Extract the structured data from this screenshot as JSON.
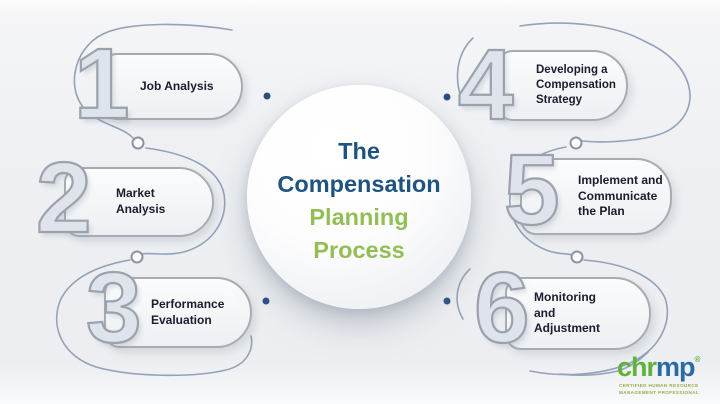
{
  "title": {
    "navy": "The\nCompensation",
    "green": "Planning\nProcess"
  },
  "steps": [
    {
      "number": "1",
      "label": "Job Analysis"
    },
    {
      "number": "2",
      "label": "Market\nAnalysis"
    },
    {
      "number": "3",
      "label": "Performance\nEvaluation"
    },
    {
      "number": "4",
      "label": "Developing a\nCompensation\nStrategy"
    },
    {
      "number": "5",
      "label": "Implement and\nCommunicate\nthe Plan"
    },
    {
      "number": "6",
      "label": "Monitoring\nand\nAdjustment"
    }
  ],
  "logo": {
    "brand_green": "chr",
    "brand_blue": "mp",
    "registered_mark": "®",
    "tagline": "CERTIFIED HUMAN RESOURCE\nMANAGEMENT PROFESSIONAL"
  },
  "colors": {
    "navy": "#1f5480",
    "green": "#92bf55",
    "step_label": "#1b1c2e",
    "number_fill": "#dfe4ec",
    "number_stroke": "#9aa2ac",
    "capsule_border": "#a8acb2",
    "flow_line": "#93a2b8",
    "connector_dot": "#2b4d82",
    "logo_green": "#5fb23c",
    "logo_blue": "#2a6aa5",
    "background": "#edeff2"
  }
}
